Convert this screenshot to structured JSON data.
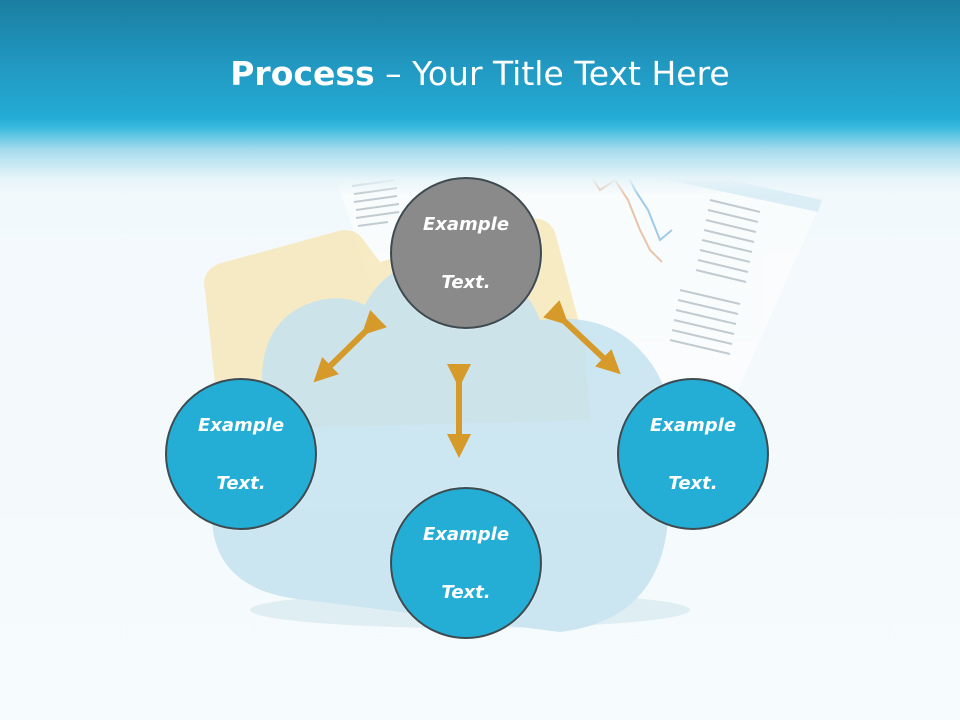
{
  "slide": {
    "title_bold": "Process",
    "title_rest": " – Your Title Text Here"
  },
  "nodes": {
    "top": {
      "line1": "Example",
      "line2": "Text."
    },
    "left": {
      "line1": "Example",
      "line2": "Text."
    },
    "right": {
      "line1": "Example",
      "line2": "Text."
    },
    "bottom": {
      "line1": "Example",
      "line2": "Text."
    }
  },
  "colors": {
    "header": "#2196bf",
    "node_blue": "#24aed6",
    "node_gray": "#8a8a8a",
    "arrow": "#d69a2a"
  }
}
